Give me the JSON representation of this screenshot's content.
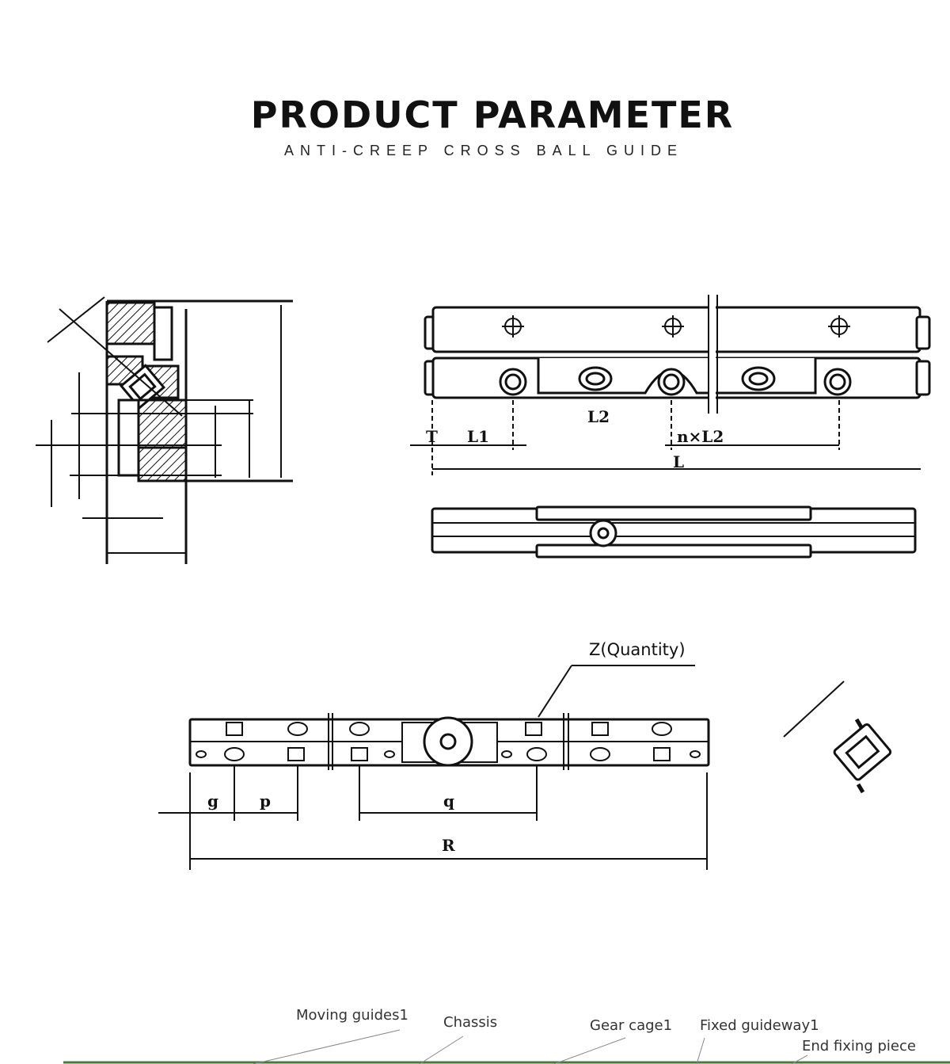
{
  "header": {
    "title": "PRODUCT PARAMETER",
    "subtitle": "ANTI-CREEP CROSS BALL GUIDE"
  },
  "dimensions": {
    "L": "L",
    "L1": "L1",
    "L2": "L2",
    "nL2": "n×L2",
    "T": "T",
    "g": "g",
    "p": "p",
    "q": "q",
    "R": "R"
  },
  "callout": {
    "z_quantity": "Z(Quantity)"
  },
  "parts": {
    "moving_guides": "Moving guides1",
    "chassis": "Chassis",
    "gear_cage": "Gear cage1",
    "fixed_guideway": "Fixed guideway1",
    "end_fixing_piece": "End fixing piece"
  },
  "colors": {
    "line": "#111111",
    "accent_bar": "#4a7a3a"
  }
}
